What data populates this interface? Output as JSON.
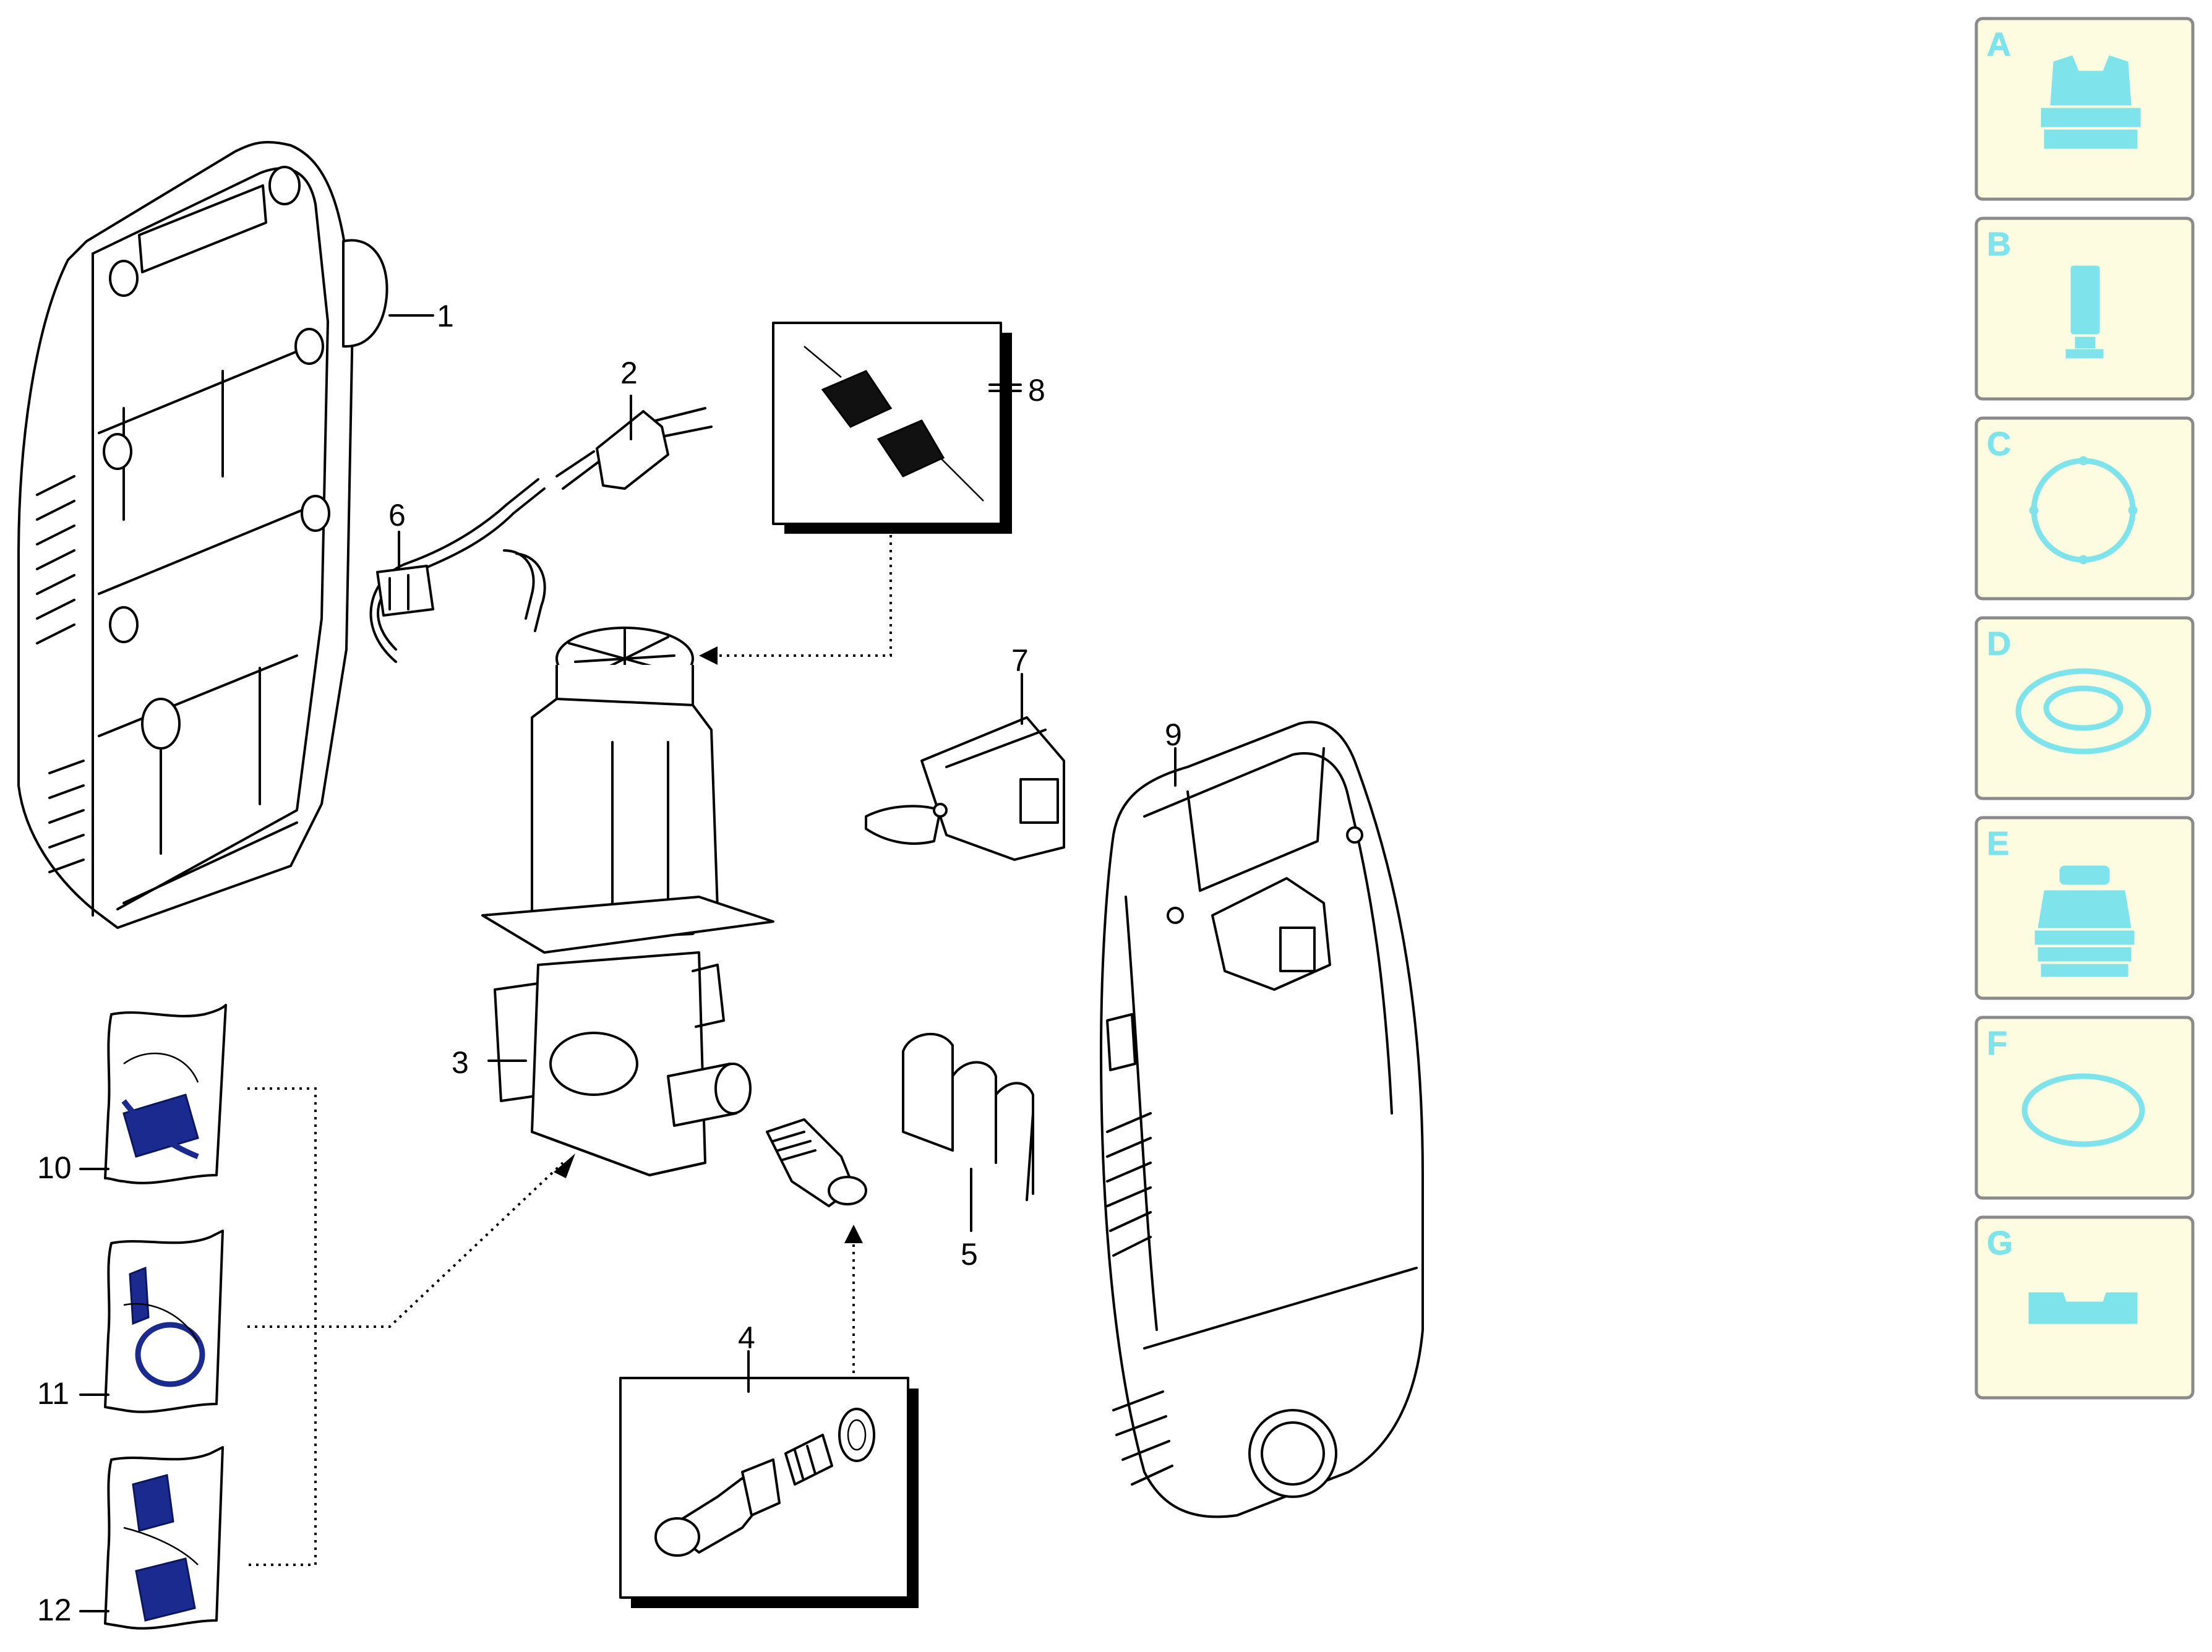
{
  "callouts": [
    {
      "id": "1",
      "label": "1"
    },
    {
      "id": "2",
      "label": "2"
    },
    {
      "id": "3",
      "label": "3"
    },
    {
      "id": "4",
      "label": "4"
    },
    {
      "id": "5",
      "label": "5"
    },
    {
      "id": "6",
      "label": "6"
    },
    {
      "id": "7",
      "label": "7"
    },
    {
      "id": "8",
      "label": "8"
    },
    {
      "id": "9",
      "label": "9"
    },
    {
      "id": "10",
      "label": "10"
    },
    {
      "id": "11",
      "label": "11"
    },
    {
      "id": "12",
      "label": "12"
    }
  ],
  "tiles": [
    {
      "letter": "A",
      "icon": "nozzle-cap-icon"
    },
    {
      "letter": "B",
      "icon": "piston-icon"
    },
    {
      "letter": "C",
      "icon": "gasket-ring-icon"
    },
    {
      "letter": "D",
      "icon": "seal-ring-icon"
    },
    {
      "letter": "E",
      "icon": "valve-block-icon"
    },
    {
      "letter": "F",
      "icon": "o-ring-icon"
    },
    {
      "letter": "G",
      "icon": "base-plate-icon"
    }
  ],
  "colors": {
    "tile_bg": "#fdfce0",
    "tile_border": "#8a8a8a",
    "tile_icon": "#7fe3ec",
    "kit_icon": "#1b2a8f"
  }
}
